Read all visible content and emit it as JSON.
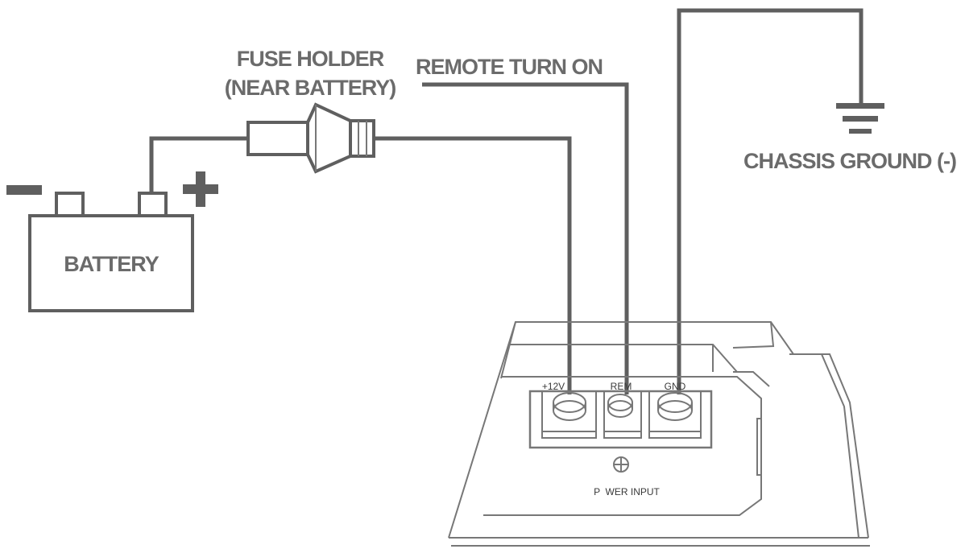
{
  "labels": {
    "fuse_holder": "FUSE HOLDER",
    "near_battery": "(NEAR BATTERY)",
    "remote_turn_on": "REMOTE TURN ON",
    "chassis_ground": "CHASSIS GROUND (-)",
    "battery": "BATTERY",
    "terminal_12v": "+12V",
    "terminal_rem": "REM",
    "terminal_gnd": "GND",
    "power_input": "P  WER INPUT"
  },
  "colors": {
    "line": "#5f5f5f",
    "text": "#6b6b6b"
  }
}
